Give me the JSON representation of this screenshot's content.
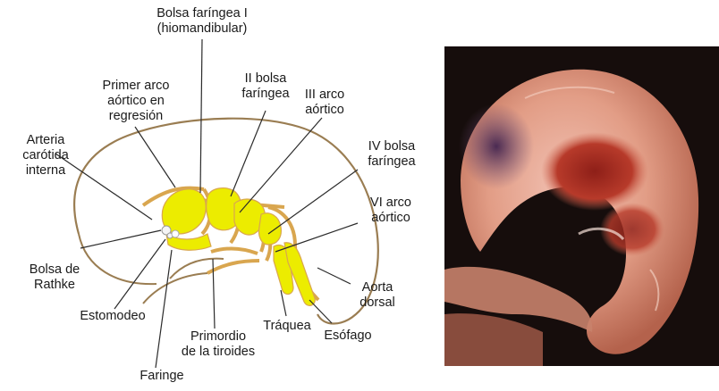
{
  "labels": {
    "bolsa_faringea_1": [
      "Bolsa faríngea I",
      "(hiomandibular)"
    ],
    "primer_arco": [
      "Primer arco",
      "aórtico en",
      "regresión"
    ],
    "ii_bolsa": [
      "II bolsa",
      "faríngea"
    ],
    "iii_arco": [
      "III arco",
      "aórtico"
    ],
    "arteria_carotida": [
      "Arteria",
      "carótida",
      "interna"
    ],
    "iv_bolsa": [
      "IV bolsa",
      "faríngea"
    ],
    "vi_arco": [
      "VI arco",
      "aórtico"
    ],
    "bolsa_rathke": [
      "Bolsa de",
      "Rathke"
    ],
    "aorta_dorsal": [
      "Aorta",
      "dorsal"
    ],
    "estomodeo": [
      "Estomodeo"
    ],
    "primordio_tiroides": [
      "Primordio",
      "de la tiroides"
    ],
    "traquea": [
      "Tráquea"
    ],
    "esofago": [
      "Esófago"
    ],
    "faringe": [
      "Faringe"
    ]
  },
  "colors": {
    "pouch_fill": "#ecec00",
    "arch_stroke": "#d9a64f",
    "outline": "#9a7d52",
    "leader": "#2b2b2b",
    "photo_bg": "#160d0c"
  },
  "photo": {
    "subject": "embryo-photograph"
  }
}
